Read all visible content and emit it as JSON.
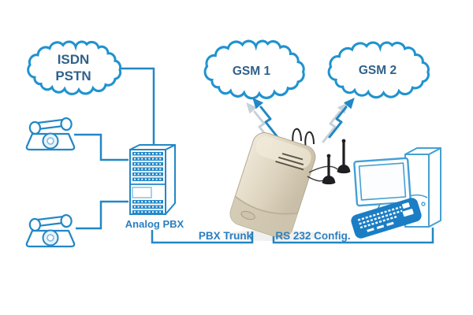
{
  "clouds": {
    "isdn_pstn": {
      "line1": "ISDN",
      "line2": "PSTN"
    },
    "gsm1": "GSM 1",
    "gsm2": "GSM 2"
  },
  "labels": {
    "analog_pbx": "Analog PBX",
    "pbx_trunk": "PBX Trunk",
    "rs232": "RS 232 Config."
  },
  "icons": {
    "telephone": "telephone-icon",
    "cloud": "cloud-shape",
    "lightning": "lightning-arrow-icon",
    "pbx": "analog-pbx-device",
    "gateway": "gsm-gateway-device",
    "antenna": "gsm-antenna-icon",
    "computer": "computer-icon"
  },
  "colors": {
    "line_blue": "#2287c6",
    "cloud_stroke": "#2093ce",
    "cloud_text": "#30618a",
    "label_text": "#2b7fc0",
    "keyboard_blue": "#1b7ec5",
    "computer_outline": "#45a0d2",
    "device_beige": "#ded4bf",
    "antenna_black": "#1f1f23"
  }
}
